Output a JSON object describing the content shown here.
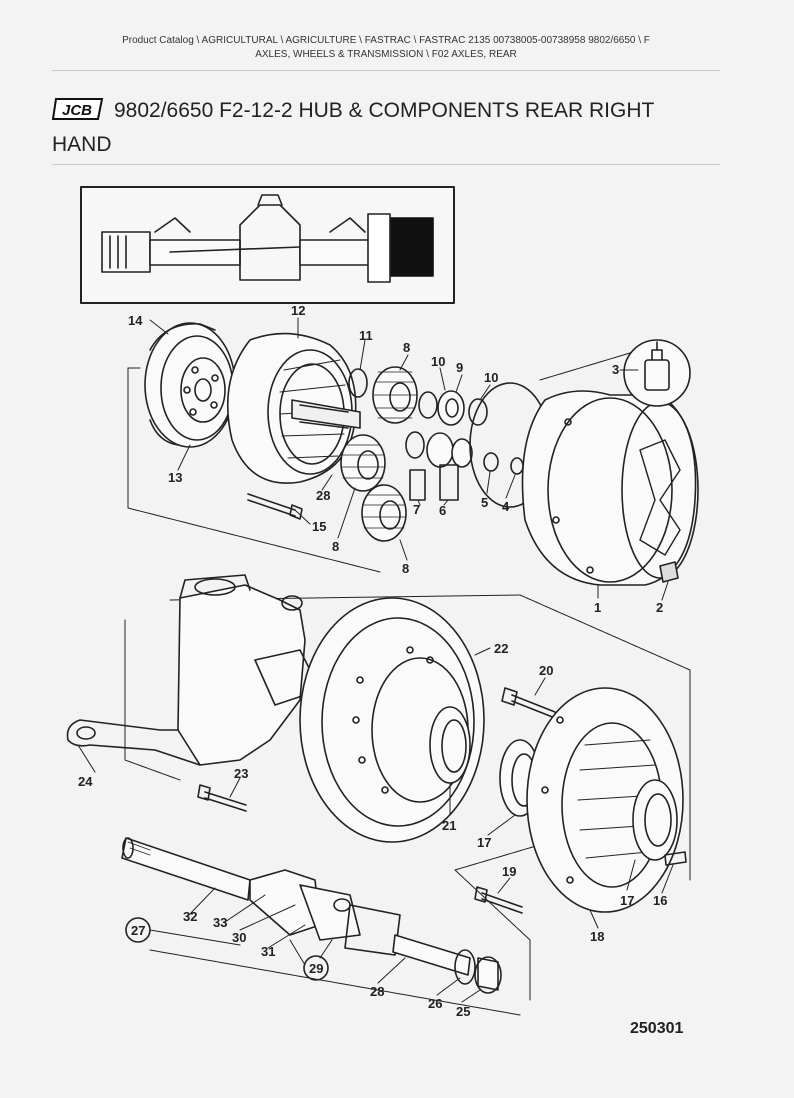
{
  "breadcrumb": {
    "line1": "Product Catalog  \\  AGRICULTURAL  \\  AGRICULTURE  \\  FASTRAC  \\  FASTRAC 2135 00738005-00738958 9802/6650  \\  F",
    "line2": "AXLES, WHEELS & TRANSMISSION  \\  F02 AXLES, REAR"
  },
  "header": {
    "logo_text": "JCB",
    "title": "9802/6650 F2-12-2 HUB & COMPONENTS REAR RIGHT HAND"
  },
  "diagram": {
    "figure_number": "250301",
    "callouts": {
      "c1": "1",
      "c2": "2",
      "c3": "3",
      "c4": "4",
      "c5": "5",
      "c6": "6",
      "c7": "7",
      "c8a": "8",
      "c8b": "8",
      "c8c": "8",
      "c9": "9",
      "c10a": "10",
      "c10b": "10",
      "c11": "11",
      "c12": "12",
      "c13": "13",
      "c14": "14",
      "c15": "15",
      "c16": "16",
      "c17a": "17",
      "c17b": "17",
      "c18": "18",
      "c19": "19",
      "c20": "20",
      "c21": "21",
      "c22": "22",
      "c23": "23",
      "c24": "24",
      "c25": "25",
      "c26": "26",
      "c27": "27",
      "c28a": "28",
      "c28b": "28",
      "c29": "29",
      "c30": "30",
      "c31": "31",
      "c32": "32",
      "c33": "33"
    }
  }
}
